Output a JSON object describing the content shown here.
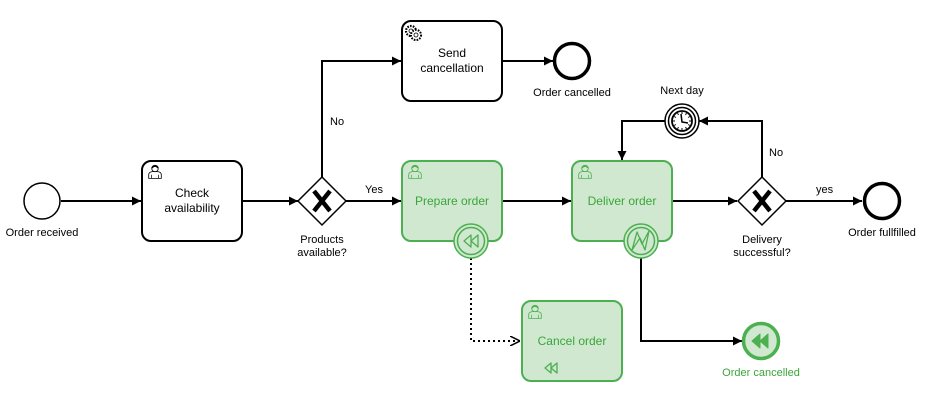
{
  "diagram": {
    "type": "BPMN process",
    "colors": {
      "stroke": "#000000",
      "highlight_stroke": "#4caf50",
      "highlight_fill": "#cfe8cf",
      "highlight_text": "#3aa63a"
    },
    "events": {
      "start": {
        "label": "Order received",
        "kind": "start-event"
      },
      "end_cancelled": {
        "label": "Order cancelled",
        "kind": "end-event"
      },
      "end_fulfilled": {
        "label": "Order fullfilled",
        "kind": "end-event"
      },
      "timer": {
        "label": "Next day",
        "kind": "intermediate-timer-event"
      },
      "compensation_end": {
        "label": "Order cancelled",
        "kind": "compensation-end-event",
        "highlighted": true
      }
    },
    "tasks": {
      "check": {
        "line1": "Check",
        "line2": "availability",
        "kind": "user-task",
        "icon": "user-icon"
      },
      "send": {
        "line1": "Send",
        "line2": "cancellation",
        "kind": "service-task",
        "icon": "gear-icon"
      },
      "prepare": {
        "label": "Prepare order",
        "kind": "user-task",
        "icon": "user-icon",
        "highlighted": true,
        "boundary": "compensation-boundary-event"
      },
      "deliver": {
        "label": "Deliver order",
        "kind": "user-task",
        "icon": "user-icon",
        "highlighted": true,
        "boundary": "error-boundary-event"
      },
      "cancel": {
        "label": "Cancel order",
        "kind": "compensation-user-task",
        "icon": "user-icon",
        "highlighted": true
      }
    },
    "gateways": {
      "products": {
        "line1": "Products",
        "line2": "available?",
        "kind": "exclusive-gateway"
      },
      "delivery": {
        "line1": "Delivery",
        "line2": "successful?",
        "kind": "exclusive-gateway"
      }
    },
    "flows": {
      "no1": "No",
      "yes1": "Yes",
      "no2": "No",
      "yes2": "yes"
    }
  }
}
